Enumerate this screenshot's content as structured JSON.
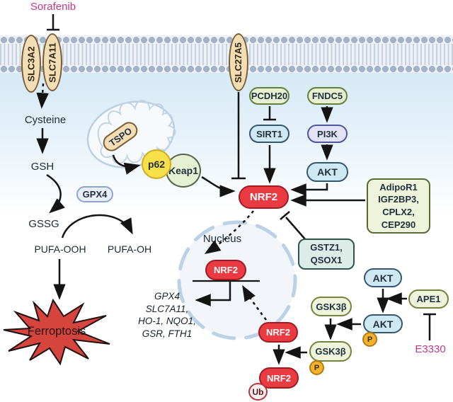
{
  "figure": "NRF2-mediated ferroptosis regulation pathway",
  "colors": {
    "nrf2_red": "#ea3b43",
    "inhibitor_text_magenta": "#bf3a86",
    "membrane_gray_blue": "#a3b2c6",
    "phospho_badge_orange": "#f2b32c",
    "ferroptosis_red": "#d5453e",
    "tan_transporter": "#f2ddb5"
  },
  "inhibitors": {
    "sorafenib": "Sorafenib",
    "e3330": "E3330"
  },
  "membrane_transporters": {
    "slc3a2": "SLC3A2",
    "slc7a11": "SLC7A11",
    "slc27a5": "SLC27A5"
  },
  "cysteine_pathway": {
    "cysteine": "Cysteine",
    "gsh": "GSH",
    "gssg": "GSSG",
    "gpx4": "GPX4",
    "pufa_ooh": "PUFA-OOH",
    "pufa_oh": "PUFA-OH",
    "ferroptosis": "Ferroptosis"
  },
  "mitochondrion": {
    "tspo": "TSPO",
    "p62": "p62",
    "keap1": "Keap1"
  },
  "upstream": {
    "pcdh20": "PCDH20",
    "sirt1": "SIRT1",
    "fndc5": "FNDC5",
    "pi3k": "PI3K",
    "akt": "AKT"
  },
  "nrf2": {
    "label": "NRF2"
  },
  "regulator_boxes": {
    "adipor1_group": [
      "AdipoR1",
      "IGF2BP3,",
      "CPLX2,",
      "CEP290"
    ],
    "gstz1_group": [
      "GSTZ1,",
      "QSOX1"
    ]
  },
  "nucleus": {
    "label": "Nucleus",
    "nrf2": "NRF2",
    "target_genes": [
      "GPX4",
      "SLC7A11,",
      "HO-1, NQO1,",
      "GSR, FTH1"
    ]
  },
  "degradation": {
    "nrf2_cytosolic": "NRF2",
    "nrf2_ubiquitinated": "NRF2",
    "ub": "Ub",
    "gsk3b": "GSK3β",
    "gsk3b_p": "GSK3β",
    "akt": "AKT",
    "akt_p": "AKT",
    "p": "P",
    "ape1": "APE1"
  }
}
